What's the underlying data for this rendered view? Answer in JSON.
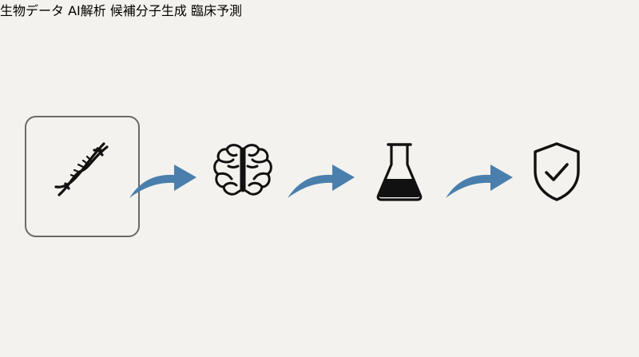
{
  "diagram": {
    "steps": [
      {
        "label": "生物データ",
        "icon": "dna-icon",
        "selected": true
      },
      {
        "label": "AI解析",
        "icon": "brain-icon",
        "selected": false
      },
      {
        "label": "候補分子生成",
        "icon": "flask-icon",
        "selected": false
      },
      {
        "label": "臨床予測",
        "icon": "shield-check-icon",
        "selected": false
      }
    ],
    "colors": {
      "background": "#f3f2ee",
      "arrow": "#4a7fad",
      "icon": "#111111",
      "frame": "#6a6a66"
    }
  }
}
